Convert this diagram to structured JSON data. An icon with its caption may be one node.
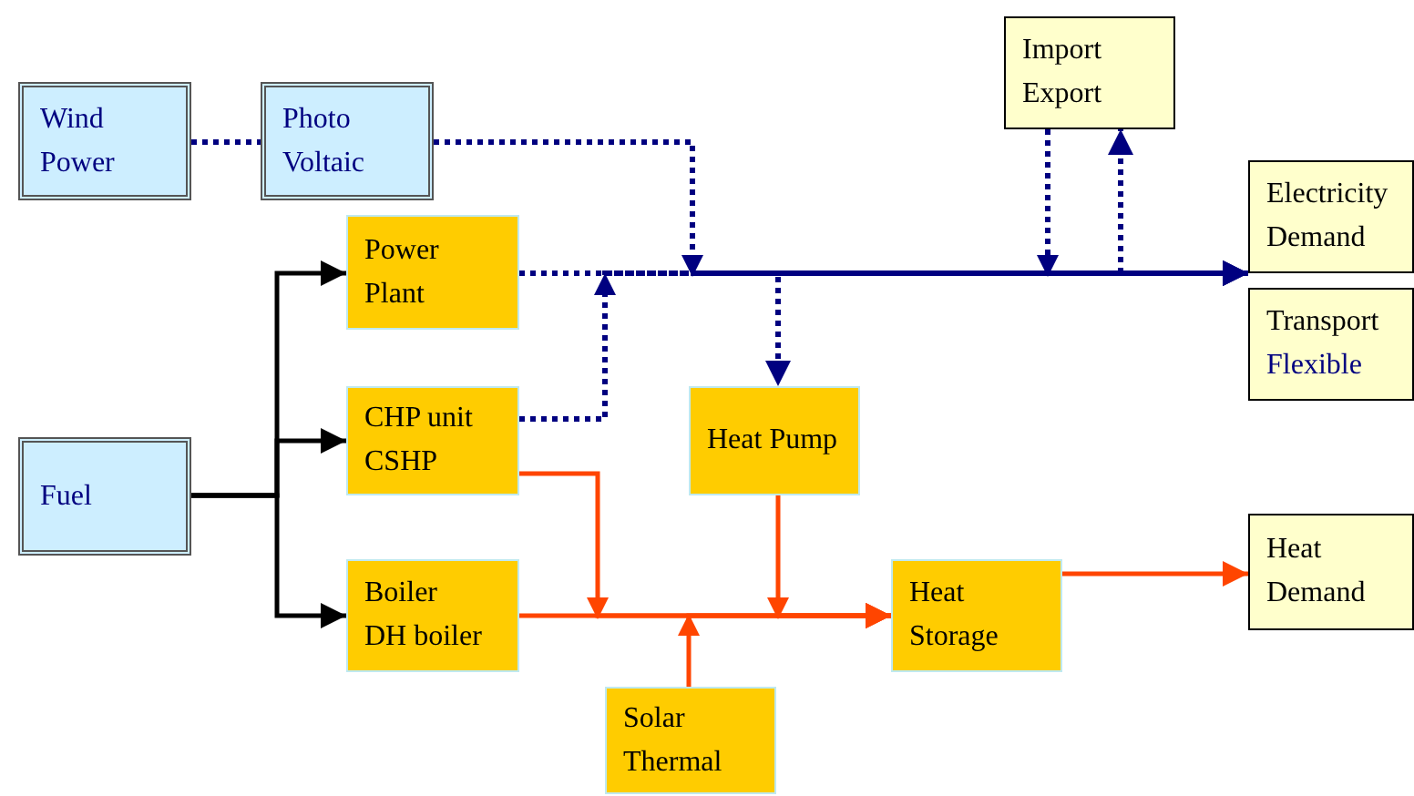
{
  "diagram": {
    "nodes": [
      {
        "text": [
          "Wind Power"
        ]
      },
      {
        "text": [
          "Photo Voltaic"
        ]
      },
      {
        "text": [
          "Power Plant"
        ]
      },
      {
        "text": [
          "CHP unit",
          "CSHP"
        ]
      },
      {
        "text": [
          "Boiler",
          "DH boiler"
        ]
      },
      {
        "text": [
          "Fuel"
        ]
      },
      {
        "text": [
          "Heat Pump"
        ]
      },
      {
        "text": [
          "Solar Thermal"
        ]
      },
      {
        "text": [
          "Heat Storage"
        ]
      },
      {
        "text": [
          "Import",
          "Export"
        ]
      },
      {
        "text": [
          "Electricity Demand"
        ]
      },
      {
        "text": [
          "Transport",
          "Flexible"
        ]
      },
      {
        "text": [
          "Heat Demand"
        ]
      }
    ],
    "edges": [
      {
        "from": 0,
        "to": 1,
        "arrow": "none",
        "style": "dashed",
        "color": "#000080"
      },
      {
        "from": 1,
        "to": 10,
        "arrow": "to",
        "style": "dashed",
        "color": "#000080"
      },
      {
        "from": 2,
        "to": 10,
        "arrow": "to",
        "style": "dashed",
        "color": "#000080"
      },
      {
        "from": 3,
        "to": 10,
        "arrow": "to",
        "style": "dashed",
        "color": "#000080"
      },
      {
        "from": 2,
        "to": 6,
        "arrow": "to",
        "style": "dashed",
        "color": "#000080"
      },
      {
        "from": 9,
        "to": 10,
        "arrow": "to",
        "style": "dashed",
        "color": "#000080"
      },
      {
        "from": 2,
        "to": 9,
        "arrow": "to",
        "style": "dashed",
        "color": "#000080"
      },
      {
        "from": 5,
        "to": 2,
        "arrow": "to",
        "color": "#000000"
      },
      {
        "from": 5,
        "to": 3,
        "arrow": "to",
        "color": "#000000"
      },
      {
        "from": 5,
        "to": 4,
        "arrow": "to",
        "color": "#000000"
      },
      {
        "from": 3,
        "to": 8,
        "arrow": "to",
        "color": "#ff4500"
      },
      {
        "from": 4,
        "to": 8,
        "arrow": "to",
        "color": "#ff4500"
      },
      {
        "from": 6,
        "to": 8,
        "arrow": "to",
        "color": "#ff4500"
      },
      {
        "from": 7,
        "to": 8,
        "arrow": "to",
        "color": "#ff4500"
      },
      {
        "from": 8,
        "to": 12,
        "arrow": "to",
        "color": "#ff4500"
      }
    ]
  }
}
